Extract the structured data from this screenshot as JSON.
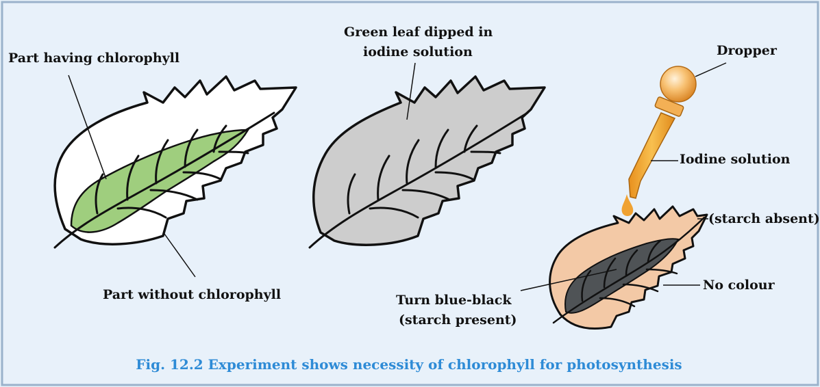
{
  "labels": {
    "part_having_chlorophyll": "Part having chlorophyll",
    "part_without_chlorophyll": "Part without chlorophyll",
    "green_leaf_line1": "Green leaf dipped in",
    "green_leaf_line2": "iodine solution",
    "dropper": "Dropper",
    "iodine_solution": "Iodine solution",
    "starch_absent": "(starch absent)",
    "no_colour": "No colour",
    "turn_blue_black_line1": "Turn blue-black",
    "turn_blue_black_line2": "(starch present)"
  },
  "caption": "Fig. 12.2 Experiment shows necessity of chlorophyll for photosynthesis",
  "colors": {
    "background": "#e8f1fa",
    "frame": "#9ab2cb",
    "caption": "#2e8bd6",
    "green_region": "#9fce7e",
    "grey_leaf": "#cdcdcd",
    "peach_leaf": "#f3c9a6",
    "dark_region": "#4f5356",
    "dropper_orange": "#f0a232",
    "bulb": "#f6b45c"
  }
}
